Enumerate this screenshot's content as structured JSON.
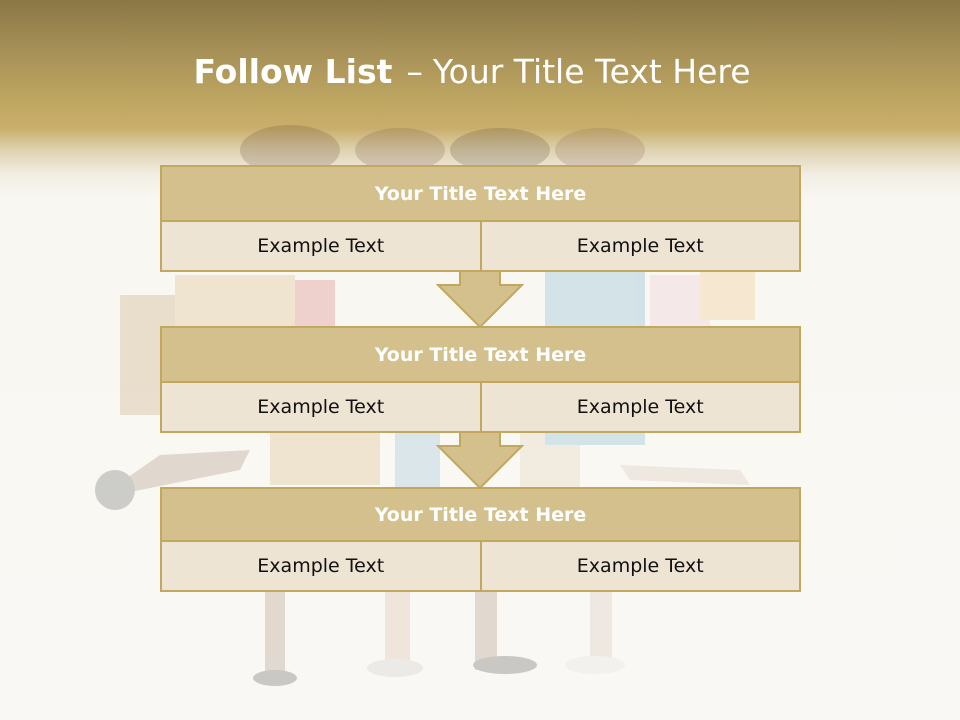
{
  "slide": {
    "title_bold": "Follow List",
    "title_dash": "–",
    "title_rest": "Your Title Text Here"
  },
  "blocks": [
    {
      "title": "Your Title Text Here",
      "left": "Example Text",
      "right": "Example Text"
    },
    {
      "title": "Your Title Text Here",
      "left": "Example Text",
      "right": "Example Text"
    },
    {
      "title": "Your Title Text Here",
      "left": "Example Text",
      "right": "Example Text"
    }
  ],
  "colors": {
    "header_gold": "#c0a762",
    "block_title_fill": "#d4c08c",
    "block_cell_fill": "#eee4d3",
    "border_gold": "#c2a75f"
  }
}
